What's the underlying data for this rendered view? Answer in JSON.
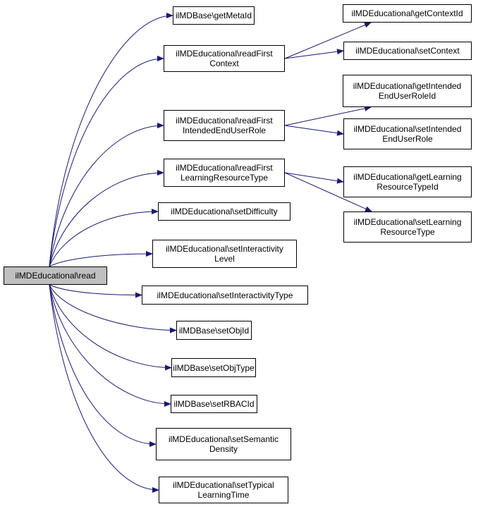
{
  "diagram": {
    "type": "call-graph",
    "root": {
      "id": "read",
      "lines": [
        "ilMDEducational\\read"
      ]
    },
    "nodes": [
      {
        "id": "getMetaId",
        "lines": [
          "ilMDBase\\getMetaId"
        ]
      },
      {
        "id": "readFirstContext",
        "lines": [
          "ilMDEducational\\readFirst",
          "Context"
        ]
      },
      {
        "id": "getContextId",
        "lines": [
          "ilMDEducational\\getContextId"
        ]
      },
      {
        "id": "setContext",
        "lines": [
          "ilMDEducational\\setContext"
        ]
      },
      {
        "id": "getIntendedEndUserRoleId",
        "lines": [
          "ilMDEducational\\getIntended",
          "EndUserRoleId"
        ]
      },
      {
        "id": "readFirstIntendedEndUserRole",
        "lines": [
          "ilMDEducational\\readFirst",
          "IntendedEndUserRole"
        ]
      },
      {
        "id": "setIntendedEndUserRole",
        "lines": [
          "ilMDEducational\\setIntended",
          "EndUserRole"
        ]
      },
      {
        "id": "readFirstLearningResourceType",
        "lines": [
          "ilMDEducational\\readFirst",
          "LearningResourceType"
        ]
      },
      {
        "id": "getLearningResourceTypeId",
        "lines": [
          "ilMDEducational\\getLearning",
          "ResourceTypeId"
        ]
      },
      {
        "id": "setLearningResourceType",
        "lines": [
          "ilMDEducational\\setLearning",
          "ResourceType"
        ]
      },
      {
        "id": "setDifficulty",
        "lines": [
          "ilMDEducational\\setDifficulty"
        ]
      },
      {
        "id": "setInteractivityLevel",
        "lines": [
          "ilMDEducational\\setInteractivity",
          "Level"
        ]
      },
      {
        "id": "setInteractivityType",
        "lines": [
          "ilMDEducational\\setInteractivityType"
        ]
      },
      {
        "id": "setObjId",
        "lines": [
          "ilMDBase\\setObjId"
        ]
      },
      {
        "id": "setObjType",
        "lines": [
          "ilMDBase\\setObjType"
        ]
      },
      {
        "id": "setRBACId",
        "lines": [
          "ilMDBase\\setRBACId"
        ]
      },
      {
        "id": "setSemanticDensity",
        "lines": [
          "ilMDEducational\\setSemantic",
          "Density"
        ]
      },
      {
        "id": "setTypicalLearningTime",
        "lines": [
          "ilMDEducational\\setTypical",
          "LearningTime"
        ]
      }
    ],
    "edges": [
      [
        "read",
        "getMetaId"
      ],
      [
        "read",
        "readFirstContext"
      ],
      [
        "read",
        "readFirstIntendedEndUserRole"
      ],
      [
        "read",
        "readFirstLearningResourceType"
      ],
      [
        "read",
        "setDifficulty"
      ],
      [
        "read",
        "setInteractivityLevel"
      ],
      [
        "read",
        "setInteractivityType"
      ],
      [
        "read",
        "setObjId"
      ],
      [
        "read",
        "setObjType"
      ],
      [
        "read",
        "setRBACId"
      ],
      [
        "read",
        "setSemanticDensity"
      ],
      [
        "read",
        "setTypicalLearningTime"
      ],
      [
        "readFirstContext",
        "getContextId"
      ],
      [
        "readFirstContext",
        "setContext"
      ],
      [
        "readFirstIntendedEndUserRole",
        "getIntendedEndUserRoleId"
      ],
      [
        "readFirstIntendedEndUserRole",
        "setIntendedEndUserRole"
      ],
      [
        "readFirstLearningResourceType",
        "getLearningResourceTypeId"
      ],
      [
        "readFirstLearningResourceType",
        "setLearningResourceType"
      ]
    ],
    "colors": {
      "edge": "#191970",
      "root_fill": "#bfbfbf",
      "node_fill": "#ffffff",
      "border": "#000000"
    }
  }
}
